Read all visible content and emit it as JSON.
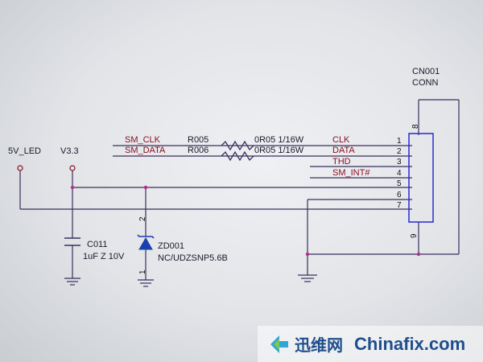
{
  "connector": {
    "ref": "CN001",
    "type": "CONN"
  },
  "power_labels": {
    "led": "5V_LED",
    "v33": "V3.3"
  },
  "nets": {
    "sm_clk": "SM_CLK",
    "sm_data": "SM_DATA"
  },
  "resistors": [
    {
      "ref": "R005",
      "value": "0R05 1/16W"
    },
    {
      "ref": "R006",
      "value": "0R05 1/16W"
    }
  ],
  "pin_nets": [
    "CLK",
    "DATA",
    "THD",
    "SM_INT#"
  ],
  "pins": [
    "1",
    "2",
    "3",
    "4",
    "5",
    "6",
    "7",
    "8",
    "9"
  ],
  "capacitor": {
    "ref": "C011",
    "value": "1uF Z 10V"
  },
  "zener": {
    "ref": "ZD001",
    "value": "NC/UDZSNP5.6B",
    "pin_top": "2",
    "pin_bottom": "1"
  },
  "watermark": {
    "cn": "迅维网",
    "en": "Chinafix.com"
  },
  "colors": {
    "wire": "#3a2f5e",
    "net_label": "#8a1020",
    "junction": "#b0308a",
    "connector": "#2a2ad0"
  }
}
